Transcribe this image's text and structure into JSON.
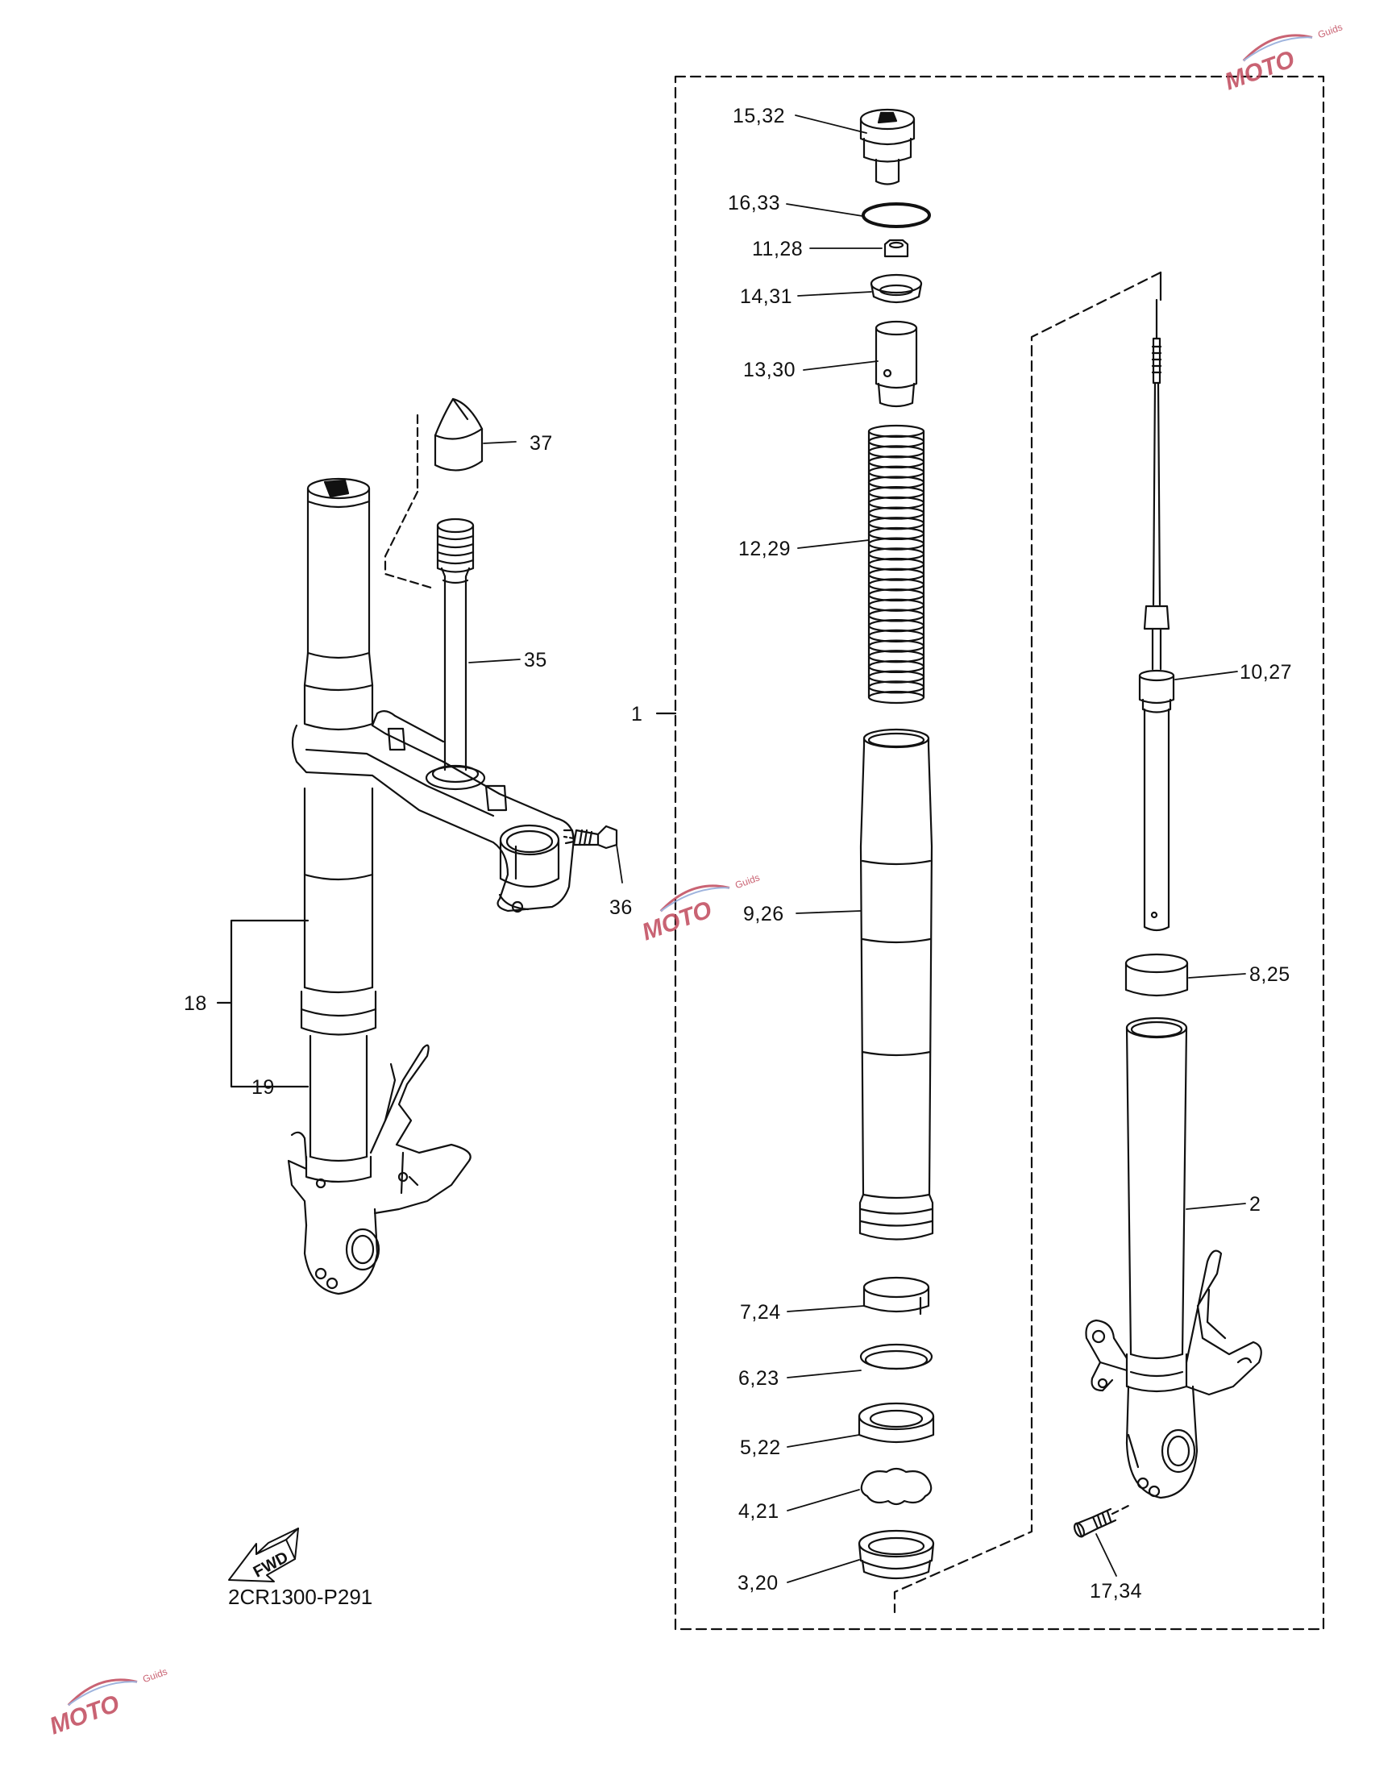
{
  "diagram": {
    "code": "2CR1300-P291",
    "fwd_label": "FWD",
    "watermark": {
      "brand": "MOTO",
      "sub": "Guids",
      "color": "#c0485b"
    },
    "callouts": {
      "c1": "1",
      "c2": "2",
      "c3_20": "3,20",
      "c4_21": "4,21",
      "c5_22": "5,22",
      "c6_23": "6,23",
      "c7_24": "7,24",
      "c8_25": "8,25",
      "c9_26": "9,26",
      "c10_27": "10,27",
      "c11_28": "11,28",
      "c12_29": "12,29",
      "c13_30": "13,30",
      "c14_31": "14,31",
      "c15_32": "15,32",
      "c16_33": "16,33",
      "c17_34": "17,34",
      "c18": "18",
      "c19": "19",
      "c35": "35",
      "c36": "36",
      "c37": "37"
    }
  }
}
